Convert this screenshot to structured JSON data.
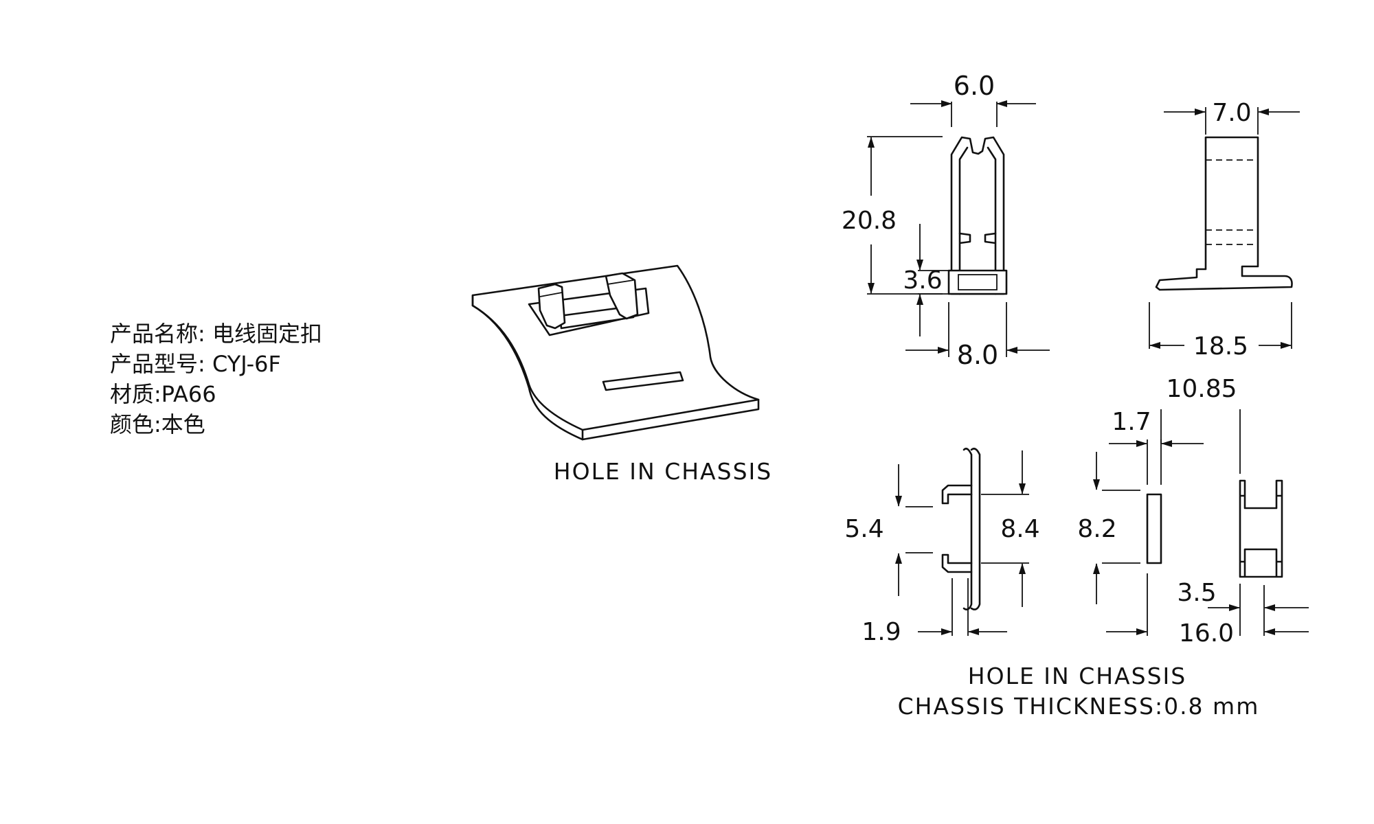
{
  "spec": {
    "name_line": "产品名称:  电线固定扣",
    "model_line": "产品型号: CYJ-6F",
    "material_line": "材质:PA66",
    "color_line": "颜色:本色"
  },
  "iso_view": {
    "caption": "HOLE IN CHASSIS"
  },
  "front_view": {
    "top_width": "6.0",
    "height": "20.8",
    "base_height": "3.6",
    "base_width": "8.0"
  },
  "side_view": {
    "top_width": "7.0",
    "base_length": "18.5"
  },
  "hole_view": {
    "span": "10.85",
    "slot_width": "1.7",
    "inner_gap": "5.4",
    "outer_height": "8.4",
    "hole_length": "8.2",
    "offset": "1.9",
    "end_width": "3.5",
    "total_length": "16.0",
    "caption_line1": "HOLE IN CHASSIS",
    "caption_line2": "CHASSIS THICKNESS:0.8 mm"
  }
}
